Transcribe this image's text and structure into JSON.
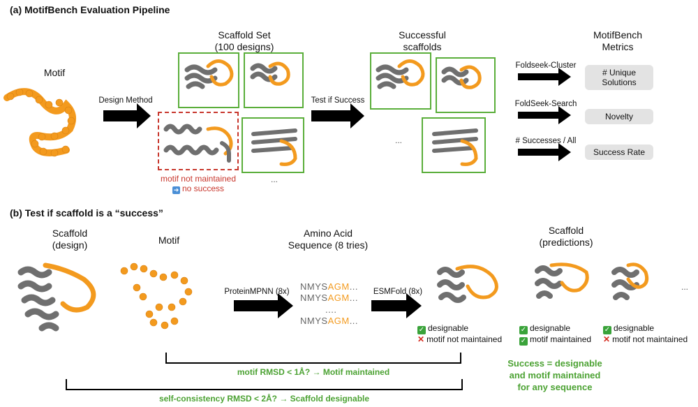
{
  "panel_a": {
    "title": "(a)   MotifBench Evaluation Pipeline",
    "motif_label": "Motif",
    "scaffold_set_label": "Scaffold Set",
    "scaffold_set_sub": "(100 designs)",
    "design_method": "Design Method",
    "failure_line1": "motif not maintained",
    "failure_line2": "no success",
    "ellipsis": "...",
    "test_success": "Test if Success",
    "successful_label": "Successful",
    "successful_sub": "scaffolds",
    "metrics_title": "MotifBench",
    "metrics_sub": "Metrics",
    "metric_arrows": [
      "Foldseek-Cluster",
      "FoldSeek-Search",
      "# Successes / All"
    ],
    "metrics": [
      "# Unique Solutions",
      "Novelty",
      "Success Rate"
    ]
  },
  "panel_b": {
    "title": "(b)   Test if scaffold is a “success”",
    "scaffold_design": "Scaffold",
    "scaffold_design_sub": "(design)",
    "motif_label": "Motif",
    "amino_label": "Amino Acid",
    "amino_sub": "Sequence (8 tries)",
    "proteinmpnn": "ProteinMPNN (8x)",
    "esmfold": "ESMFold (8x)",
    "seq_prefix": "NMYS",
    "seq_highlight": "AGM",
    "seq_suffix": "...",
    "seq_dots": "....",
    "scaffold_pred": "Scaffold",
    "scaffold_pred_sub": "(predictions)",
    "ellipsis": "...",
    "predictions": [
      {
        "line1": "designable",
        "line2": "motif not maintained",
        "ok2": false
      },
      {
        "line1": "designable",
        "line2": "motif maintained",
        "ok2": true
      },
      {
        "line1": "designable",
        "line2": "motif not maintained",
        "ok2": false
      }
    ],
    "bracket1": "motif RMSD < 1Å? → Motif maintained",
    "bracket2": "self-consistency RMSD < 2Å? → Scaffold designable",
    "success_def1": "Success = designable",
    "success_def2": "and motif maintained",
    "success_def3": "for any sequence"
  },
  "colors": {
    "motif": "#f39a1e",
    "scaffold": "#6f6f6f",
    "success_box": "#5aae3a",
    "fail_box": "#c8372d",
    "arrow": "#000000"
  }
}
